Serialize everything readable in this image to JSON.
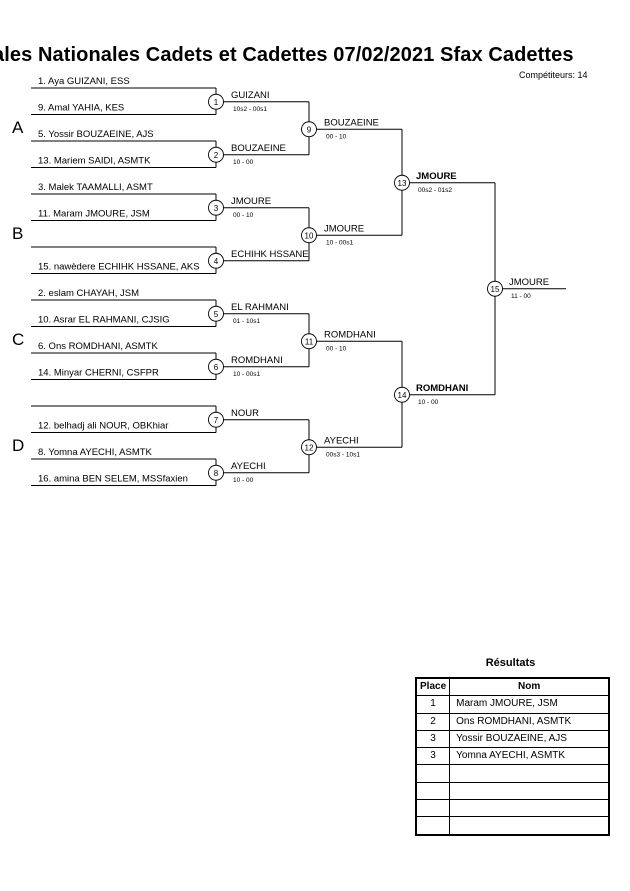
{
  "title": "ales Nationales Cadets et Cadettes  07/02/2021  Sfax   Cadettes",
  "competitors_label": "Compétiteurs: 14",
  "pools": [
    "A",
    "B",
    "C",
    "D"
  ],
  "entrants": [
    "1. Aya GUIZANI, ESS",
    "9. Amal YAHIA, KES",
    "5. Yossir BOUZAEINE, AJS",
    "13. Mariem SAIDI, ASMTK",
    "3. Malek TAAMALLI, ASMT",
    "11. Maram JMOURE, JSM",
    "",
    "15. nawèdere ECHIHK HSSANE, AKS",
    "2. eslam CHAYAH, JSM",
    "10. Asrar EL RAHMANI, CJSIG",
    "6. Ons ROMDHANI, ASMTK",
    "14. Minyar CHERNI, CSFPR",
    "",
    "12. belhadj ali NOUR, OBKhiar",
    "8. Yomna AYECHI, ASMTK",
    "16. amina BEN SELEM, MSSfaxien"
  ],
  "matches": [
    {
      "num": "1",
      "winner": "GUIZANI",
      "score": "10s2 - 00s1"
    },
    {
      "num": "2",
      "winner": "BOUZAEINE",
      "score": "10 - 00"
    },
    {
      "num": "3",
      "winner": "JMOURE",
      "score": "00 - 10"
    },
    {
      "num": "4",
      "winner": "ECHIHK HSSANE",
      "score": ""
    },
    {
      "num": "5",
      "winner": "EL RAHMANI",
      "score": "01 - 10s1"
    },
    {
      "num": "6",
      "winner": "ROMDHANI",
      "score": "10 - 00s1"
    },
    {
      "num": "7",
      "winner": "NOUR",
      "score": ""
    },
    {
      "num": "8",
      "winner": "AYECHI",
      "score": "10 - 00"
    },
    {
      "num": "9",
      "winner": "BOUZAEINE",
      "score": "00 - 10"
    },
    {
      "num": "10",
      "winner": "JMOURE",
      "score": "10 - 00s1"
    },
    {
      "num": "11",
      "winner": "ROMDHANI",
      "score": "00 - 10"
    },
    {
      "num": "12",
      "winner": "AYECHI",
      "score": "00s3 - 10s1"
    },
    {
      "num": "13",
      "winner": "JMOURE",
      "score": "00s2 - 01s2"
    },
    {
      "num": "14",
      "winner": "ROMDHANI",
      "score": "10 - 00"
    },
    {
      "num": "15",
      "winner": "JMOURE",
      "score": "11 - 00"
    }
  ],
  "results": {
    "title": "Résultats",
    "col_place": "Place",
    "col_name": "Nom",
    "rows": [
      {
        "place": "1",
        "name": "Maram JMOURE, JSM"
      },
      {
        "place": "2",
        "name": "Ons ROMDHANI, ASMTK"
      },
      {
        "place": "3",
        "name": "Yossir BOUZAEINE, AJS"
      },
      {
        "place": "3",
        "name": "Yomna AYECHI, ASMTK"
      },
      {
        "place": "",
        "name": ""
      },
      {
        "place": "",
        "name": ""
      },
      {
        "place": "",
        "name": ""
      },
      {
        "place": "",
        "name": ""
      }
    ]
  }
}
